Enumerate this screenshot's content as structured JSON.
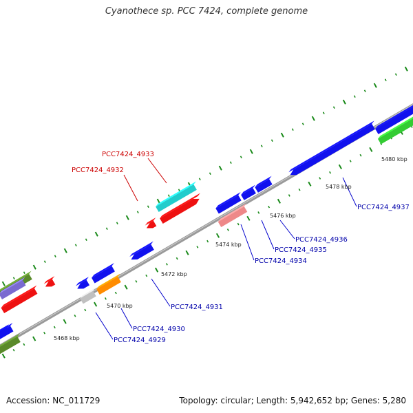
{
  "title": "Cyanothece sp. PCC 7424, complete genome",
  "footer": {
    "accession": "Accession: NC_011729",
    "summary": "Topology: circular; Length: 5,942,652 bp; Genes: 5,280"
  },
  "colors": {
    "backbone": "#8c8c8c",
    "tick": "#1a8a1a",
    "label_red": "#cc0000",
    "label_blue": "#0000aa",
    "leader_line": "#0000cc"
  },
  "scale": {
    "labels": [
      {
        "kbp": 5468,
        "text": "5468 kbp"
      },
      {
        "kbp": 5470,
        "text": "5470 kbp"
      },
      {
        "kbp": 5472,
        "text": "5472 kbp"
      },
      {
        "kbp": 5474,
        "text": "5474 kbp"
      },
      {
        "kbp": 5476,
        "text": "5476 kbp"
      },
      {
        "kbp": 5478,
        "text": "5478 kbp"
      },
      {
        "kbp": 5480,
        "text": "5480 kbp"
      }
    ]
  },
  "gene_labels": [
    {
      "text": "PCC7424_4933",
      "color": "red"
    },
    {
      "text": "PCC7424_4932",
      "color": "red"
    },
    {
      "text": "PCC7424_4937",
      "color": "blue"
    },
    {
      "text": "PCC7424_4936",
      "color": "blue"
    },
    {
      "text": "PCC7424_4935",
      "color": "blue"
    },
    {
      "text": "PCC7424_4934",
      "color": "blue"
    },
    {
      "text": "PCC7424_4931",
      "color": "blue"
    },
    {
      "text": "PCC7424_4930",
      "color": "blue"
    },
    {
      "text": "PCC7424_4929",
      "color": "blue"
    }
  ],
  "features": [
    {
      "color": "#5a8a2a"
    },
    {
      "color": "#7a6ad0"
    },
    {
      "color": "#ee1111"
    },
    {
      "color": "#ee1111"
    },
    {
      "color": "#1111ee"
    },
    {
      "color": "#1111ee"
    },
    {
      "color": "#5a8a2a"
    },
    {
      "color": "#1111ee"
    },
    {
      "color": "#c0c0c0"
    },
    {
      "color": "#1111ee"
    },
    {
      "color": "#ff8c00"
    },
    {
      "color": "#1111ee"
    },
    {
      "color": "#ee1111"
    },
    {
      "color": "#ee1111"
    },
    {
      "color": "#22cccc"
    },
    {
      "color": "#1111ee"
    },
    {
      "color": "#ee8888"
    },
    {
      "color": "#1111ee"
    },
    {
      "color": "#1111ee"
    },
    {
      "color": "#1111ee"
    },
    {
      "color": "#1111ee"
    },
    {
      "color": "#33cc33"
    }
  ]
}
